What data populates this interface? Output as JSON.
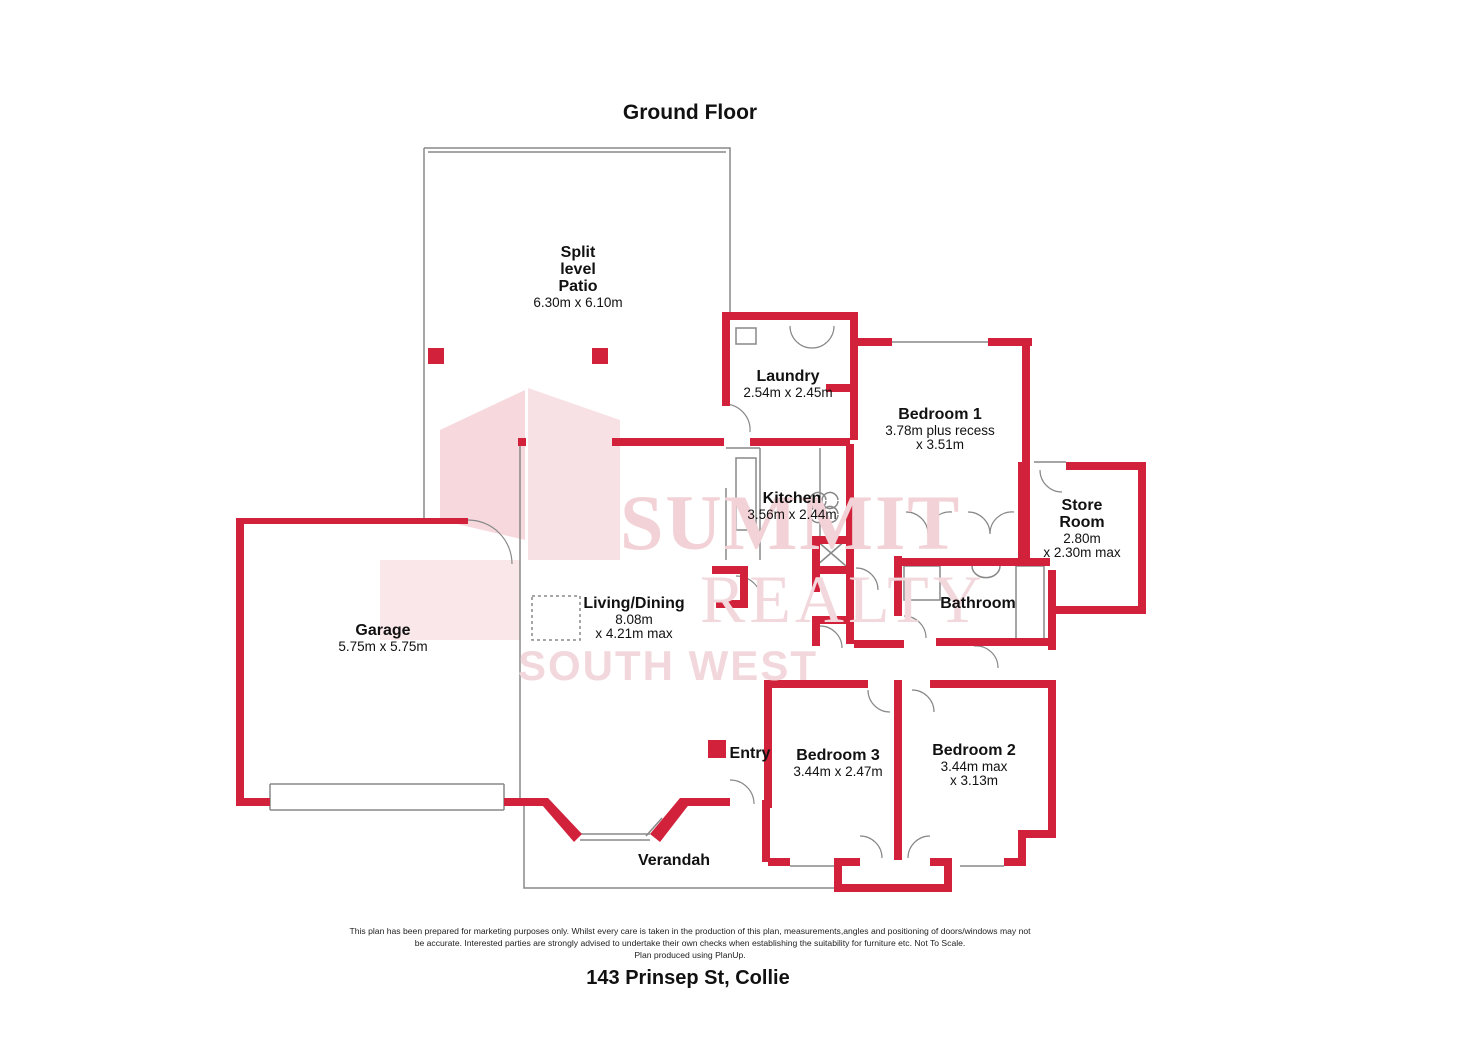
{
  "header": {
    "title": "Ground Floor"
  },
  "rooms": {
    "patio": {
      "name_l1": "Split",
      "name_l2": "level",
      "name_l3": "Patio",
      "dims": "6.30m x 6.10m"
    },
    "laundry": {
      "name": "Laundry",
      "dims": "2.54m x 2.45m"
    },
    "bedroom1": {
      "name": "Bedroom 1",
      "dims_l1": "3.78m plus recess",
      "dims_l2": "x 3.51m"
    },
    "store": {
      "name_l1": "Store",
      "name_l2": "Room",
      "dims_l1": "2.80m",
      "dims_l2": "x 2.30m max"
    },
    "kitchen": {
      "name": "Kitchen",
      "dims": "3.56m x 2.44m"
    },
    "bathroom": {
      "name": "Bathroom"
    },
    "garage": {
      "name": "Garage",
      "dims": "5.75m x 5.75m"
    },
    "living": {
      "name": "Living/Dining",
      "dims_l1": "8.08m",
      "dims_l2": "x 4.21m max"
    },
    "entry": {
      "name": "Entry"
    },
    "bedroom3": {
      "name": "Bedroom 3",
      "dims": "3.44m x 2.47m"
    },
    "bedroom2": {
      "name": "Bedroom 2",
      "dims_l1": "3.44m max",
      "dims_l2": "x 3.13m"
    },
    "verandah": {
      "name": "Verandah"
    }
  },
  "watermark": {
    "line1": "SUMMIT",
    "line2": "REALTY",
    "line3": "SOUTH WEST"
  },
  "footer": {
    "disclaimer_l1": "This plan has been prepared for marketing purposes only. Whilst every care is taken in the production of this plan, measurements,angles and positioning of doors/windows may not",
    "disclaimer_l2": "be accurate. Interested parties are strongly advised to undertake their own checks when establishing the suitability for furniture etc. Not To Scale.",
    "disclaimer_l3": "Plan produced using PlanUp.",
    "address": "143 Prinsep St, Collie"
  },
  "colors": {
    "wall": "#d2213a",
    "watermark": "#f3c9cf",
    "outline": "#888888"
  }
}
